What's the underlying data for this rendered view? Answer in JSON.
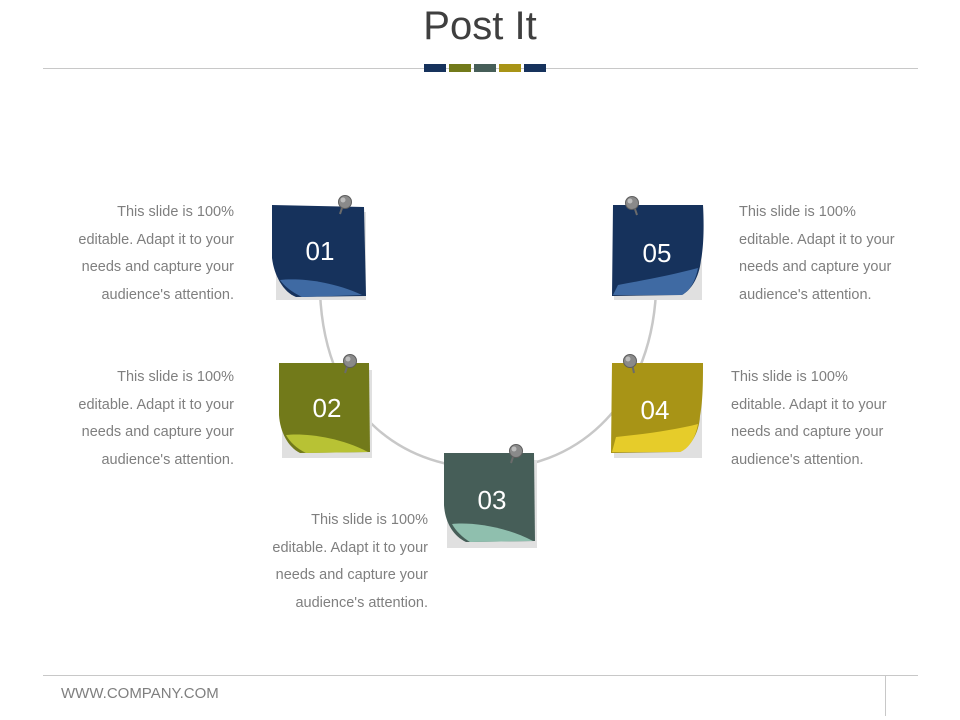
{
  "slide": {
    "title": "Post It",
    "footer": "WWW.COMPANY.COM"
  },
  "palette": {
    "navy": "#16325c",
    "olive": "#727a1a",
    "slate": "#465e58",
    "mustard": "#a89416",
    "curve": "#c8c8c8",
    "text": "#7f7f7f"
  },
  "notes": [
    {
      "number": "01",
      "text": [
        "This slide is 100%",
        "editable. Adapt it to your",
        "needs and capture your",
        "audience's attention."
      ]
    },
    {
      "number": "02",
      "text": [
        "This slide is 100%",
        "editable. Adapt it to your",
        "needs and capture your",
        "audience's attention."
      ]
    },
    {
      "number": "03",
      "text": [
        "This slide is 100%",
        "editable. Adapt it to your",
        "needs and capture your",
        "audience's attention."
      ]
    },
    {
      "number": "04",
      "text": [
        "This slide is 100%",
        "editable. Adapt it to your",
        "needs and capture your",
        "audience's attention."
      ]
    },
    {
      "number": "05",
      "text": [
        "This slide is 100%",
        "editable. Adapt it to your",
        "needs and capture your",
        "audience's attention."
      ]
    }
  ]
}
